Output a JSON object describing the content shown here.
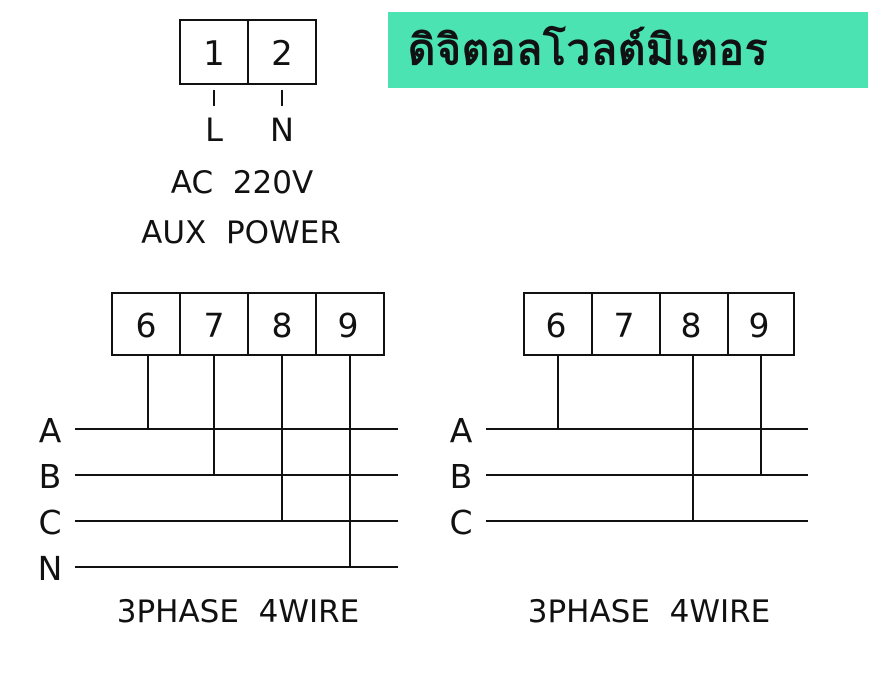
{
  "title": "ดิจิตอลโวลต์มิเตอร",
  "colors": {
    "banner": "#4be3b2",
    "line": "#111111"
  },
  "aux_power": {
    "terminals": [
      "1",
      "2"
    ],
    "leads": [
      "L",
      "N"
    ],
    "line1": "AC  220V",
    "line2": "AUX  POWER"
  },
  "wiring_4wire": {
    "terminals": [
      "6",
      "7",
      "8",
      "9"
    ],
    "phases": [
      "A",
      "B",
      "C",
      "N"
    ],
    "caption": "3PHASE  4WIRE"
  },
  "wiring_3wire": {
    "terminals": [
      "6",
      "7",
      "8",
      "9"
    ],
    "phases": [
      "A",
      "B",
      "C"
    ],
    "caption": "3PHASE  4WIRE"
  }
}
